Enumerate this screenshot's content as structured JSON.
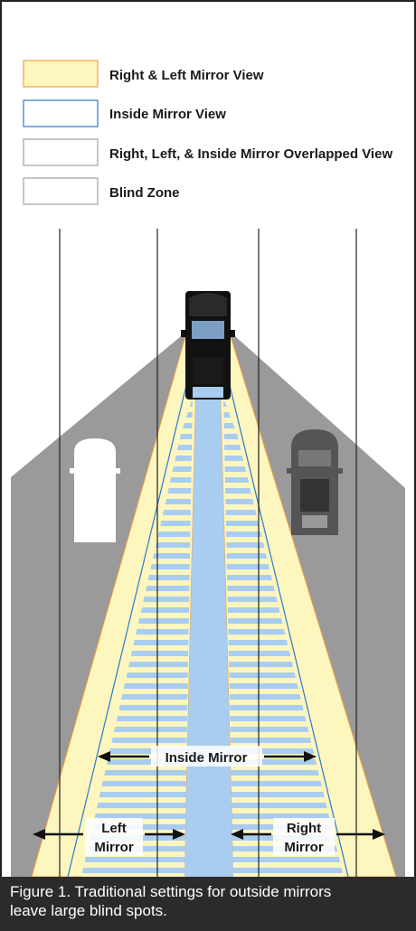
{
  "legend": [
    {
      "label": "Right & Left Mirror View",
      "fill": "#fdf6bf",
      "stroke": "#f0a040"
    },
    {
      "label": "Inside Mirror View",
      "fill": "#ffffff",
      "stroke": "#2a7ad0"
    },
    {
      "label": "Right, Left, & Inside Mirror Overlapped View",
      "fill": "#ffffff",
      "stroke": "#a0a0a0"
    },
    {
      "label": "Blind Zone",
      "fill": "#ffffff",
      "stroke": "#a0a0a0"
    }
  ],
  "labels": {
    "inside_mirror": "Inside Mirror",
    "left_mirror": [
      "Left",
      "Mirror"
    ],
    "right_mirror": [
      "Right",
      "Mirror"
    ]
  },
  "caption": [
    "Figure 1. Traditional settings for outside mirrors",
    "leave large blind spots."
  ],
  "colors": {
    "road": "#9a9a9a",
    "mirror_view": "#fdf6bf",
    "inside_view": "#a8cdf0",
    "lane_line": "#222222",
    "caption_bg": "#2b2b2b"
  }
}
